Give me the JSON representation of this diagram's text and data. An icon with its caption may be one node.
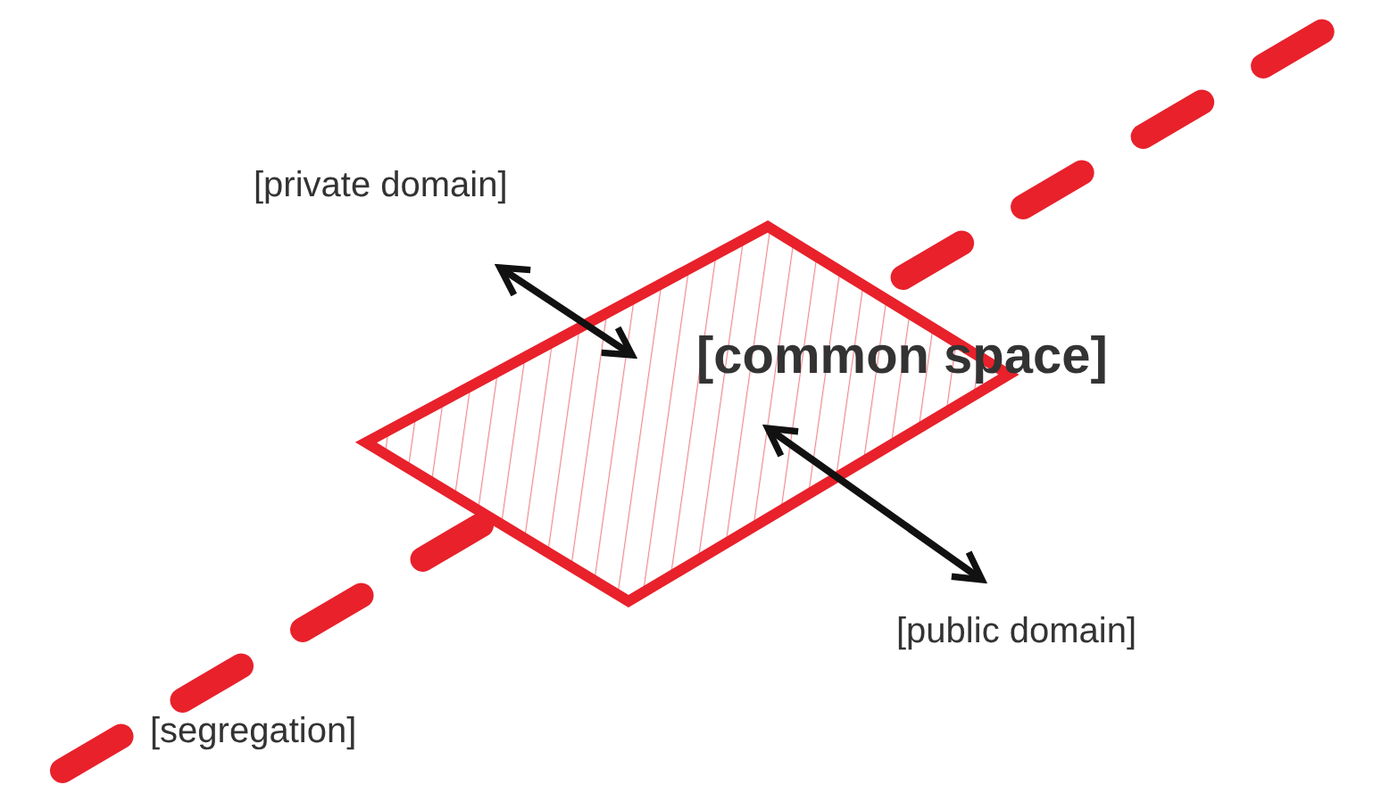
{
  "diagram": {
    "nodes": [
      {
        "text": [
          "[private domain]"
        ]
      },
      {
        "text": [
          "[common space]"
        ]
      },
      {
        "text": [
          "[public domain]"
        ]
      }
    ],
    "edges": [
      {
        "from": 0,
        "to": 1,
        "arrow": "both"
      },
      {
        "from": 1,
        "to": 2,
        "arrow": "both"
      }
    ],
    "labels": [
      "[segregation]"
    ]
  }
}
